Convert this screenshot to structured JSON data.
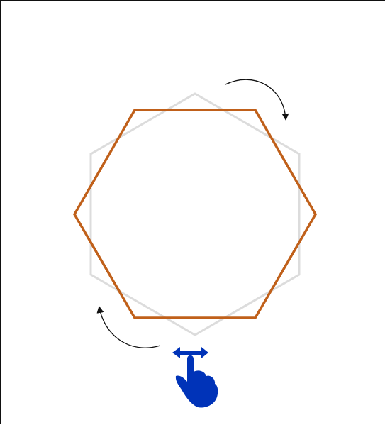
{
  "diagram": {
    "ghost_hexagon": {
      "orientation": "pointy-top",
      "color": "#dcdcdc"
    },
    "active_hexagon": {
      "orientation": "flat-top",
      "color": "#c0601a"
    },
    "rotation_arrows": {
      "direction": "clockwise",
      "color": "#111111",
      "icon": "curved-arrow-icon"
    },
    "gesture": {
      "icon": "swipe-horizontal-hand-icon",
      "color": "#0033b8"
    }
  }
}
